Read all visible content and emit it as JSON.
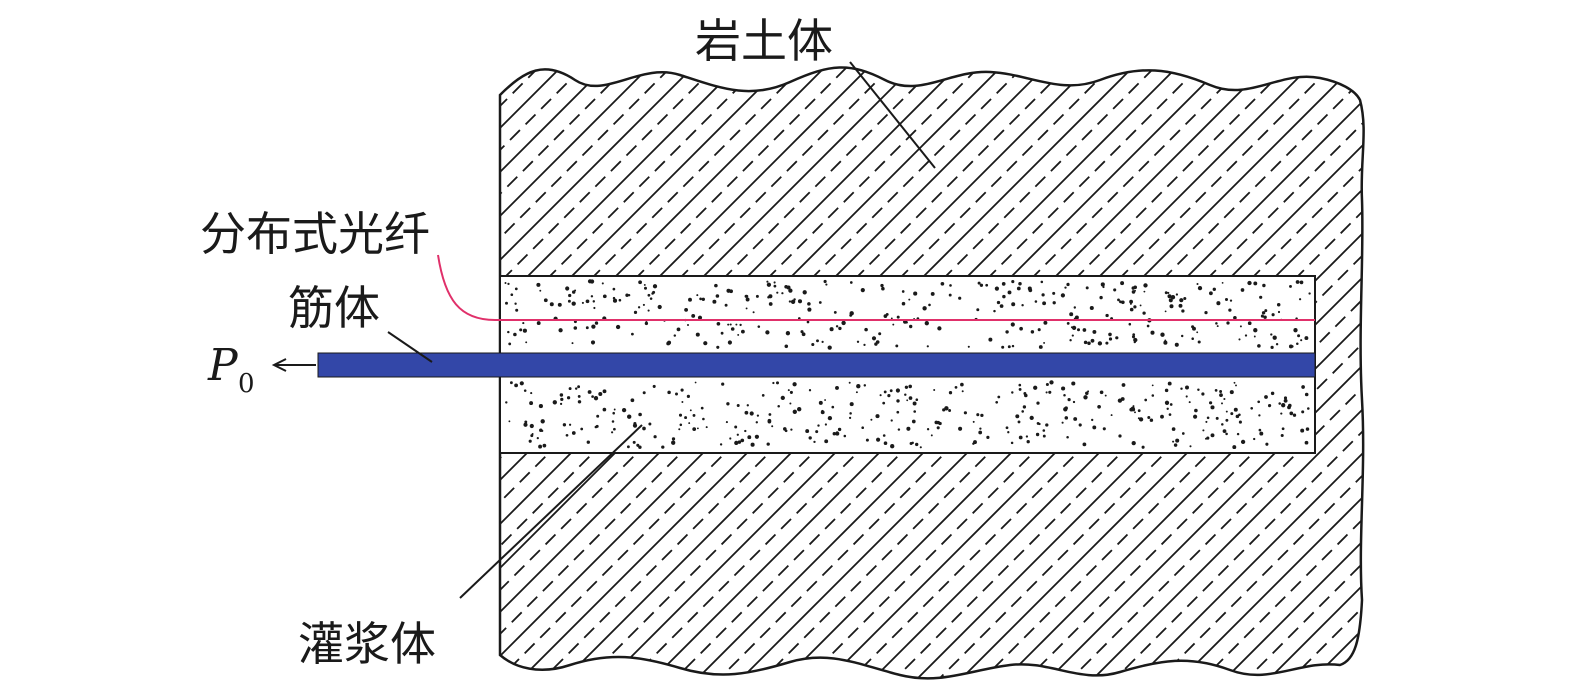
{
  "labels": {
    "rock_soil": "岩土体",
    "fiber": "分布式光纤",
    "tendon": "筋体",
    "grout": "灌浆体",
    "load_symbol": "P",
    "load_subscript": "0"
  },
  "colors": {
    "tendon": "#3347a8",
    "fiber": "#e0306a",
    "line": "#1a1a1a",
    "background": "#ffffff"
  }
}
